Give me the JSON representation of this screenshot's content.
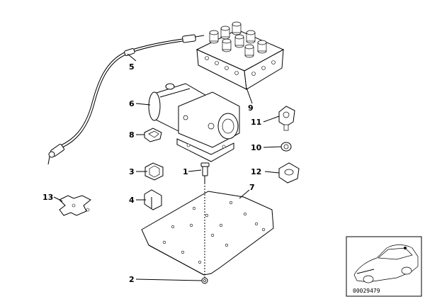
{
  "callouts": {
    "c1": "1",
    "c2": "2",
    "c3": "3",
    "c4": "4",
    "c5": "5",
    "c6": "6",
    "c7": "7",
    "c8": "8",
    "c9": "9",
    "c10": "10",
    "c11": "11",
    "c12": "12",
    "c13": "13"
  },
  "reference_code": "00029479"
}
